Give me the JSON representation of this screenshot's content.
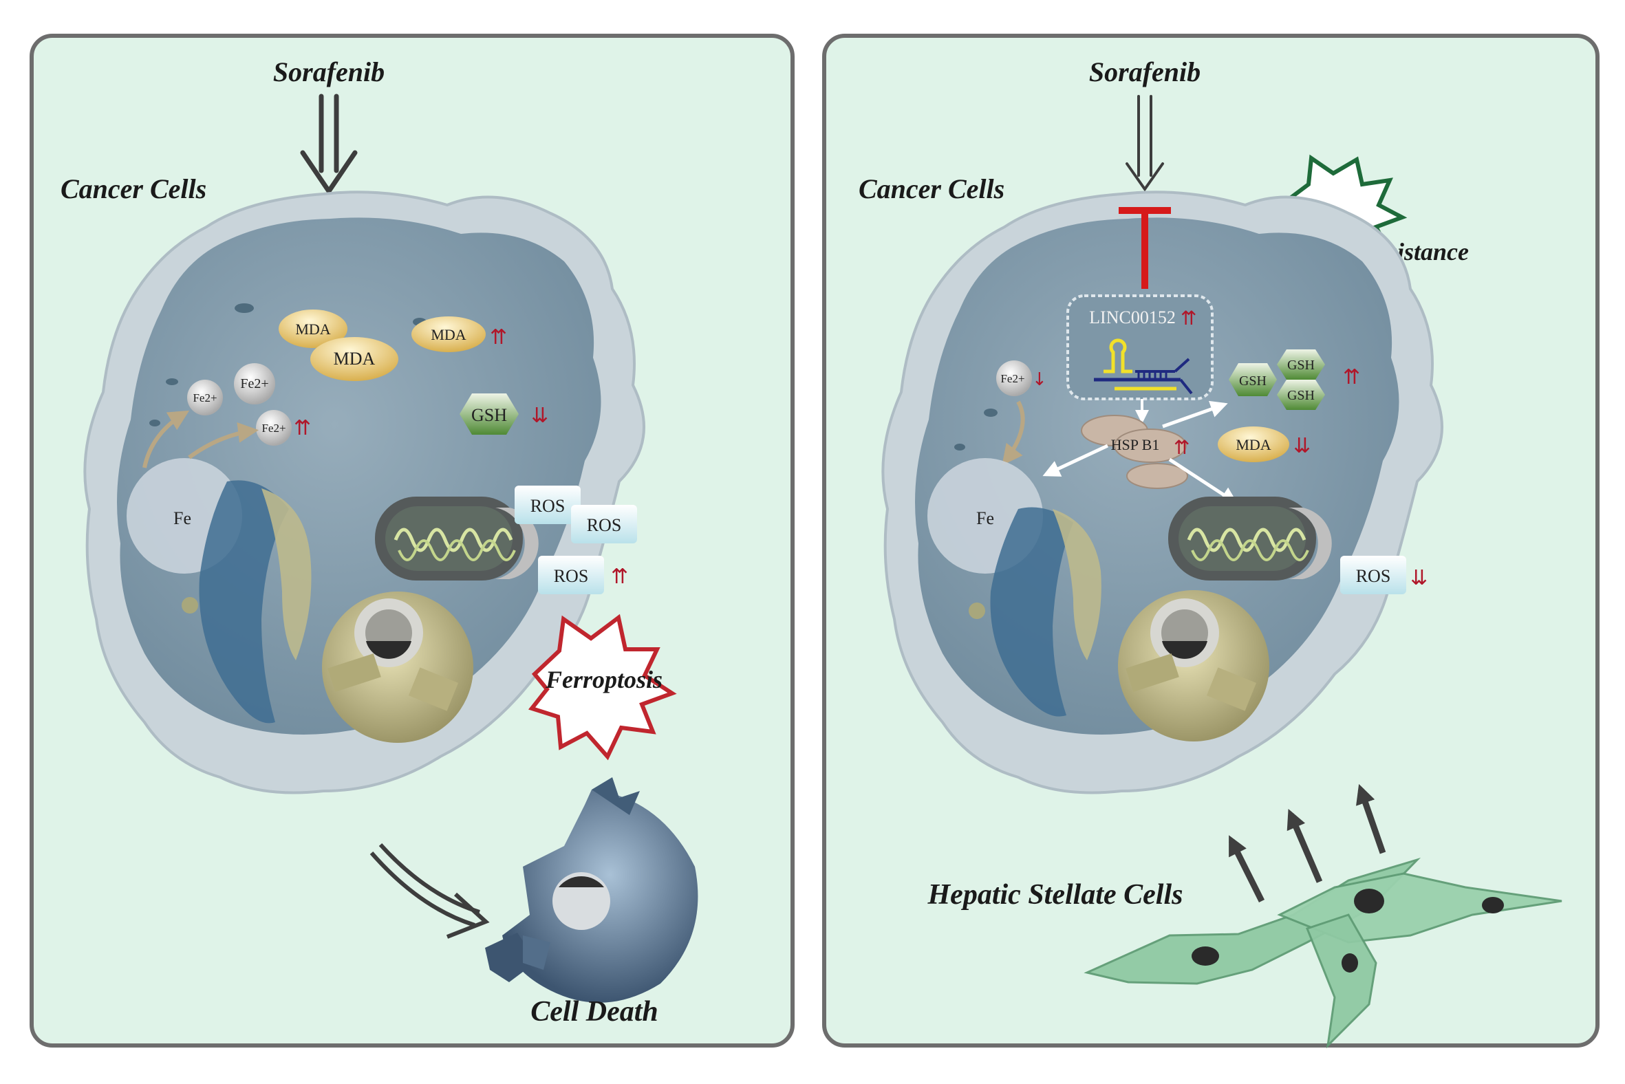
{
  "colors": {
    "panel_bg": "#dff3e8",
    "panel_border": "#6d6d6d",
    "cell_membrane": "#c9d4da",
    "cytoplasm": "#8ea6b4",
    "mda": "#e8cc78",
    "gsh": "#6e9c4c",
    "ros": "#e9f6f8",
    "ferroptosis_star": "#c0262e",
    "resistance_star": "#1e6b3a",
    "inhibition": "#d61a1a",
    "up_down_arrow": "#b0172a",
    "stellate_cell": "#8fc9a3"
  },
  "left_panel": {
    "drug": "Sorafenib",
    "cell_label": "Cancer Cells",
    "iron_pool": "Fe",
    "fe_ions": [
      "Fe2+",
      "Fe2+",
      "Fe2+"
    ],
    "fe_up_marker": "⇈",
    "mda": [
      "MDA",
      "MDA",
      "MDA"
    ],
    "mda_up_marker": "⇈",
    "gsh": "GSH",
    "gsh_down_marker": "⇊",
    "ros": [
      "ROS",
      "ROS",
      "ROS"
    ],
    "ros_up_marker": "⇈",
    "burst": "Ferroptosis",
    "outcome": "Cell Death"
  },
  "right_panel": {
    "drug": "Sorafenib",
    "cell_label": "Cancer Cells",
    "burst": "Resistance",
    "lncrna": "LINC00152",
    "lncrna_up_marker": "⇈",
    "protein": "HSP B1",
    "protein_up_marker": "⇈",
    "fe_ion": "Fe2+",
    "fe_down_marker": "↓",
    "iron_pool": "Fe",
    "gsh": [
      "GSH",
      "GSH",
      "GSH"
    ],
    "gsh_up_marker": "⇈",
    "mda": "MDA",
    "mda_down_marker": "⇊",
    "ros": "ROS",
    "ros_down_marker": "⇊",
    "stellate_label": "Hepatic Stellate Cells"
  }
}
